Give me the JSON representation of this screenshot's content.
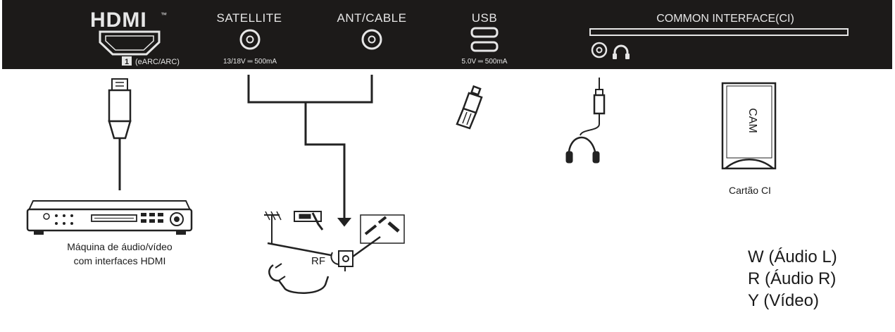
{
  "panel": {
    "ports": {
      "hdmi": {
        "logo": "HDMI",
        "tm": "™",
        "number": "1",
        "label": "(eARC/ARC)"
      },
      "satellite": {
        "title": "SATELLITE",
        "spec": "13/18V ═ 500mA"
      },
      "ant_cable": {
        "title": "ANT/CABLE"
      },
      "usb": {
        "title": "USB",
        "spec": "5.0V ═ 500mA"
      },
      "common_interface": {
        "title": "COMMON INTERFACE(CI)"
      }
    },
    "colors": {
      "panel_bg": "#1c1a19",
      "panel_text": "#e6e6e6"
    }
  },
  "devices": {
    "av_machine": {
      "caption_line1": "Máquina de áudio/vídeo",
      "caption_line2": "com interfaces HDMI"
    },
    "antenna": {
      "rf_label": "RF"
    },
    "ci_card": {
      "card_text": "CAM",
      "caption": "Cartão CI"
    }
  },
  "legend": {
    "items": [
      "W (Áudio L)",
      "R (Áudio R)",
      "Y (Vídeo)"
    ]
  }
}
